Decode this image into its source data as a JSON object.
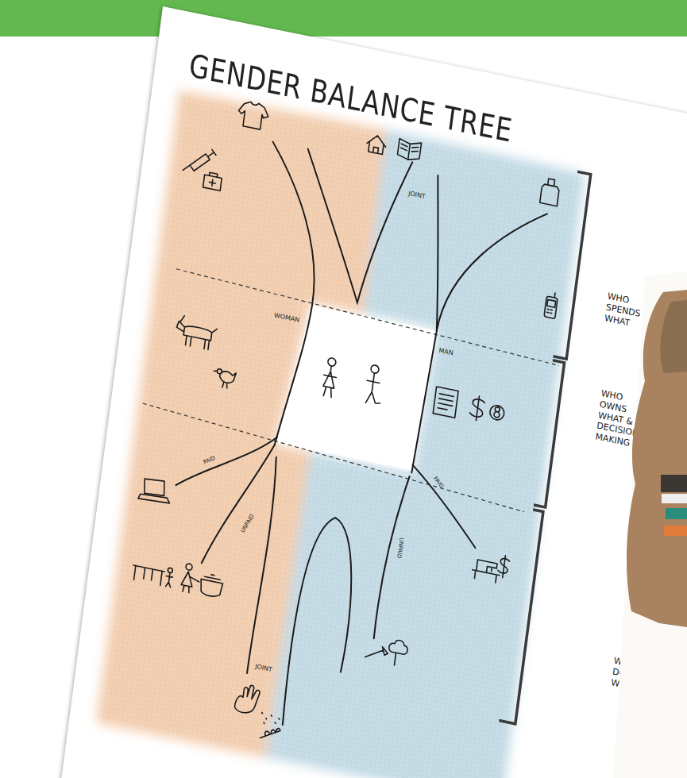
{
  "diagram": {
    "title": "GENDER BALANCE TREE",
    "labels": [
      "JOINT",
      "WHO SPENDS WHAT",
      "WOMAN",
      "MAN",
      "WHO OWNS WHAT & DECISION-MAKING",
      "PAID",
      "UNPAID",
      "PAID",
      "UNPAID",
      "JOINT",
      "WHO DOES WHAT"
    ]
  }
}
